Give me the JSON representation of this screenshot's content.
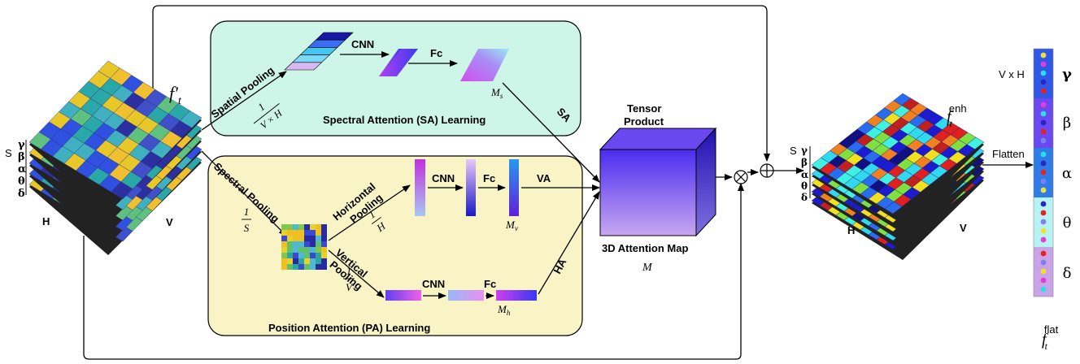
{
  "input": {
    "feature_label": "f′",
    "feature_sub": "t",
    "axis_s": "S",
    "axis_h": "H",
    "axis_v": "V",
    "bands": [
      "γ",
      "β",
      "α",
      "θ",
      "δ"
    ]
  },
  "spectral": {
    "title": "Spectral Attention (SA) Learning",
    "pool_label": "Spatial Pooling",
    "frac_num": "1",
    "frac_den": "V × H",
    "cnn": "CNN",
    "fc": "Fc",
    "out_label": "M",
    "out_sub": "s",
    "arrow_label": "SA"
  },
  "position": {
    "title": "Position Attention (PA) Learning",
    "pool_label": "Spectral Pooling",
    "frac_s_num": "1",
    "frac_s_den": "S",
    "horiz_label_1": "Horizontal",
    "horiz_label_2": "Pooling",
    "frac_h_num": "1",
    "frac_h_den": "H",
    "vert_label_1": "Vertical",
    "vert_label_2": "Pooling",
    "frac_v_num": "1",
    "frac_v_den": "V",
    "cnn_v": "CNN",
    "fc_v": "Fc",
    "va_label": "VA",
    "mv_label": "M",
    "mv_sub": "v",
    "cnn_h": "CNN",
    "fc_h": "Fc",
    "ha_label": "HA",
    "mh_label": "M",
    "mh_sub": "h"
  },
  "tensor": {
    "title_1": "Tensor",
    "title_2": "Product",
    "map_label": "3D Attention Map",
    "map_symbol": "M"
  },
  "ops": {
    "multiply": "⊗",
    "add": "⊕"
  },
  "enhanced": {
    "feature_label": "f",
    "feature_sub": "t",
    "feature_sup": "enh",
    "axis_s": "S",
    "axis_h": "H",
    "axis_v": "V",
    "bands": [
      "γ",
      "β",
      "α",
      "θ",
      "δ"
    ]
  },
  "flatten": {
    "arrow_label": "Flatten",
    "vxh_label": "V x H",
    "bands": [
      "γ",
      "β",
      "α",
      "θ",
      "δ"
    ],
    "band_colors": [
      "#2f57e8",
      "#6a49f0",
      "#2f7be8",
      "#b8f3f3",
      "#c9a4e8"
    ],
    "out_label": "f",
    "out_sub": "t",
    "out_sup": "flat"
  }
}
